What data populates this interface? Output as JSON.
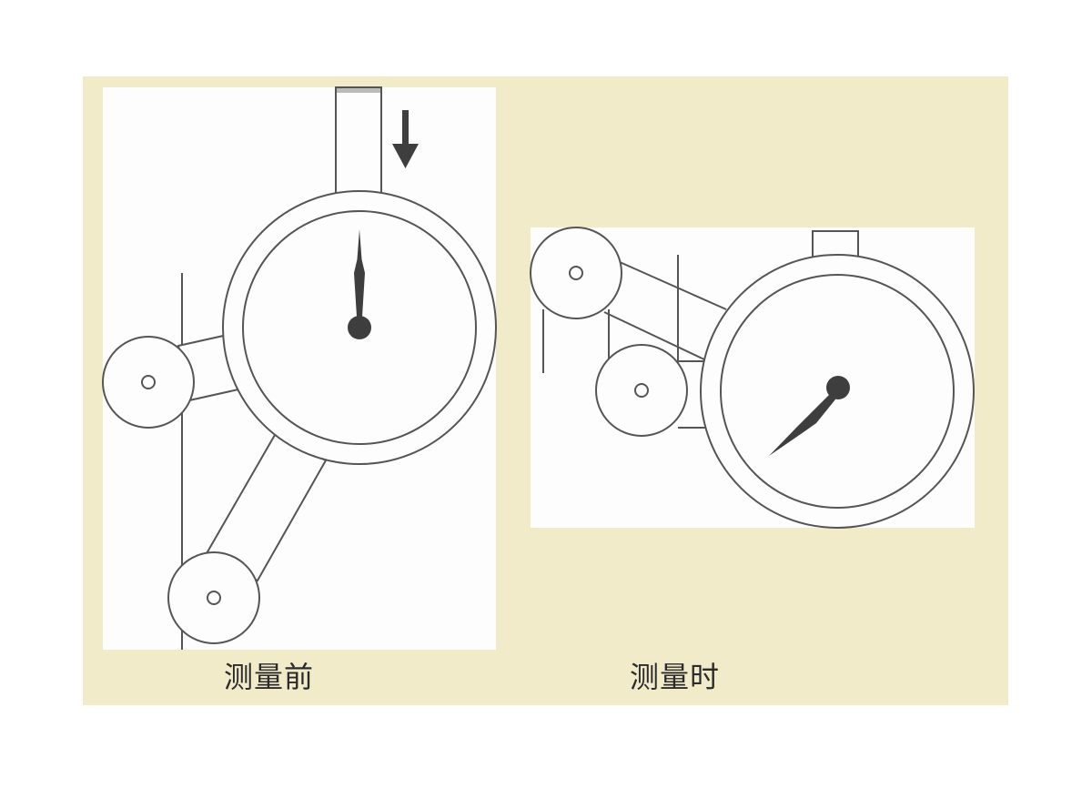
{
  "figure": {
    "background_color": "#f2ebca",
    "line_color": "#555555",
    "needle_color": "#3e3e3e",
    "panels": [
      {
        "id": "before",
        "caption": "测量前",
        "needle_position": "12 o'clock",
        "arrow": "down",
        "components": [
          "plunger",
          "dial-gauge",
          "upper-roller",
          "lower-roller",
          "support-arms",
          "vertical-rail"
        ]
      },
      {
        "id": "during",
        "caption": "测量时",
        "needle_position": "approx. 7-8 o'clock",
        "components": [
          "plunger",
          "dial-gauge",
          "upper-roller",
          "lower-roller",
          "support-arms",
          "vertical-rails"
        ]
      }
    ]
  }
}
